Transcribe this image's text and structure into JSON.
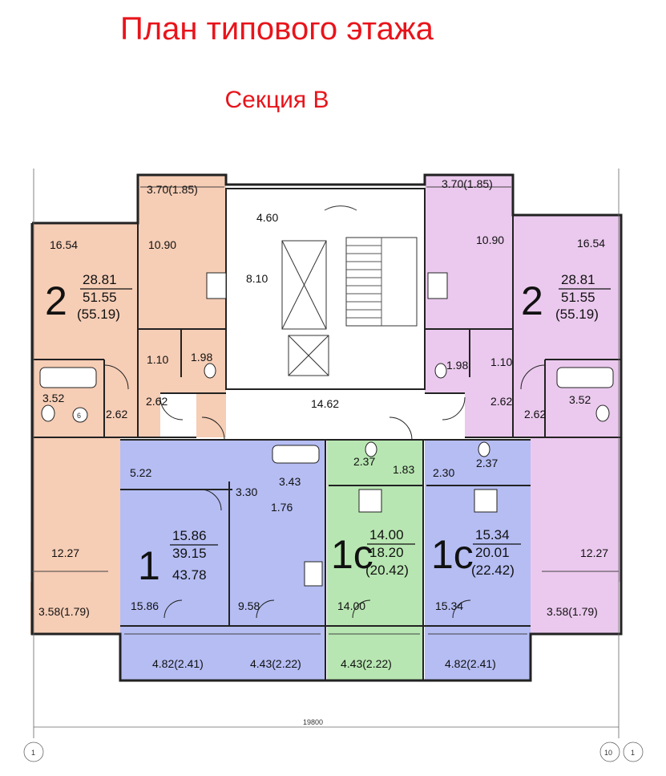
{
  "title": "План типового этажа",
  "subtitle": "Секция В",
  "dimension": "19800",
  "axis_left": "1",
  "axis_right_a": "10",
  "axis_right_b": "1",
  "colors": {
    "apt2": "#f6cdb5",
    "apt1": "#b5bdf3",
    "apt1c_green": "#b8e6b2",
    "apt2_right": "#ebc9ee",
    "title": "#e8141b"
  },
  "apartments": {
    "left2": {
      "rooms": "2",
      "living": "28.81",
      "total": "51.55",
      "total_balcony": "(55.19)"
    },
    "right2": {
      "rooms": "2",
      "living": "28.81",
      "total": "51.55",
      "total_balcony": "(55.19)"
    },
    "one": {
      "rooms": "1",
      "living": "15.86",
      "total": "39.15",
      "total_balcony": "43.78"
    },
    "studio_a": {
      "rooms": "1c",
      "living": "14.00",
      "total": "18.20",
      "total_balcony": "(20.42)"
    },
    "studio_b": {
      "rooms": "1c",
      "living": "15.34",
      "total": "20.01",
      "total_balcony": "(22.42)"
    }
  },
  "room_areas": {
    "l_balcony_top": "3.70(1.85)",
    "l_room1": "16.54",
    "l_kitchen": "10.90",
    "l_wc1": "1.10",
    "l_wc2": "1.98",
    "l_bath": "3.52",
    "l_hall1": "2.62",
    "l_hall2": "2.62",
    "l_room2": "12.27",
    "l_balcony_bot": "3.58(1.79)",
    "c_lobby": "4.60",
    "c_lift": "8.10",
    "c_corridor": "14.62",
    "r_balcony_top": "3.70(1.85)",
    "r_kitchen": "10.90",
    "r_room1": "16.54",
    "r_wc2": "1.98",
    "r_wc1": "1.10",
    "r_hall1": "2.62",
    "r_bath": "3.52",
    "r_hall2": "2.62",
    "r_room2": "12.27",
    "r_balcony_bot": "3.58(1.79)",
    "one_hall": "5.22",
    "one_corr": "3.30",
    "one_bath": "3.43",
    "one_wc": "1.76",
    "one_room": "15.86",
    "one_kitchen": "9.58",
    "one_balc1": "4.82(2.41)",
    "one_balc2": "4.43(2.22)",
    "sa_bath": "2.37",
    "sa_hall": "1.83",
    "sa_room": "14.00",
    "sa_balc": "4.43(2.22)",
    "sb_hall": "2.30",
    "sb_bath": "2.37",
    "sb_room": "15.34",
    "sb_balc": "4.82(2.41)",
    "misc_six": "6"
  }
}
